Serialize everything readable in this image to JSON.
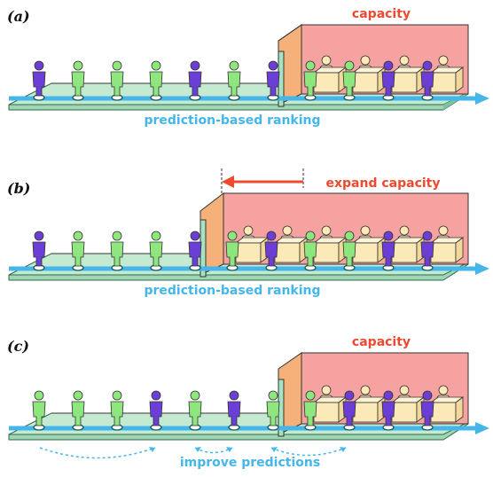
{
  "colors": {
    "accent_red": "#ee4a2f",
    "accent_blue": "#45b6ea",
    "person_green": "#8ee67e",
    "person_purple": "#6b3fd6",
    "room_pink": "#f5a2a0",
    "door_orange": "#f6b079",
    "desk_tan": "#fbe9b8",
    "floor_green": "#c4ebd2"
  },
  "panels": [
    {
      "id": "a",
      "label": "(a)",
      "capacity_label": "capacity",
      "ranking_label": "prediction-based ranking",
      "queue": [
        "purple",
        "green",
        "green",
        "green",
        "purple",
        "green",
        "purple"
      ],
      "seated": [
        "green",
        "green",
        "purple",
        "purple"
      ]
    },
    {
      "id": "b",
      "label": "(b)",
      "capacity_label": "expand capacity",
      "ranking_label": "prediction-based ranking",
      "queue": [
        "purple",
        "green",
        "green",
        "green",
        "purple"
      ],
      "seated": [
        "green",
        "purple",
        "green",
        "green",
        "purple",
        "purple"
      ]
    },
    {
      "id": "c",
      "label": "(c)",
      "capacity_label": "capacity",
      "ranking_label": "improve predictions",
      "queue": [
        "green",
        "green",
        "green",
        "purple",
        "green",
        "purple",
        "green"
      ],
      "seated": [
        "green",
        "purple",
        "purple",
        "purple"
      ]
    }
  ]
}
